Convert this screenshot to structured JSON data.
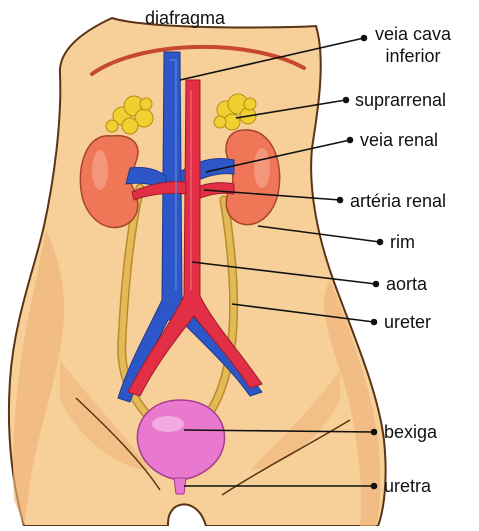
{
  "labels": {
    "diafragma": "diafragma",
    "veia_cava_line1": "veia cava",
    "veia_cava_line2": "inferior",
    "suprarrenal": "suprarrenal",
    "veia_renal": "veia renal",
    "arteria_renal": "artéria renal",
    "rim": "rim",
    "aorta": "aorta",
    "ureter": "ureter",
    "bexiga": "bexiga",
    "uretra": "uretra"
  },
  "colors": {
    "skin": "#f7cf98",
    "skin_shadow": "#e9a86a",
    "outline": "#5a3414",
    "kidney": "#ef7757",
    "adrenal": "#f0cf30",
    "ureter": "#e3ba55",
    "vein": "#2d57c8",
    "artery": "#e22f45",
    "bladder": "#e978cf",
    "diaphragm": "#c74831",
    "leader": "#111111"
  }
}
